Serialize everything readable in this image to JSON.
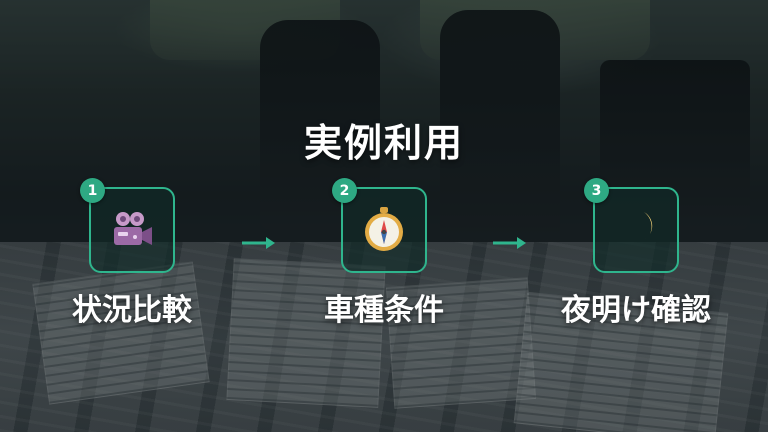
{
  "title": "実例利用",
  "steps": [
    {
      "number": "1",
      "label": "状況比較",
      "icon": "movie-camera-icon"
    },
    {
      "number": "2",
      "label": "車種条件",
      "icon": "compass-icon"
    },
    {
      "number": "3",
      "label": "夜明け確認",
      "icon": "crescent-moon-icon"
    }
  ],
  "colors": {
    "accent": "#2fb58d",
    "badge": "#2ea983",
    "text": "#ffffff"
  }
}
